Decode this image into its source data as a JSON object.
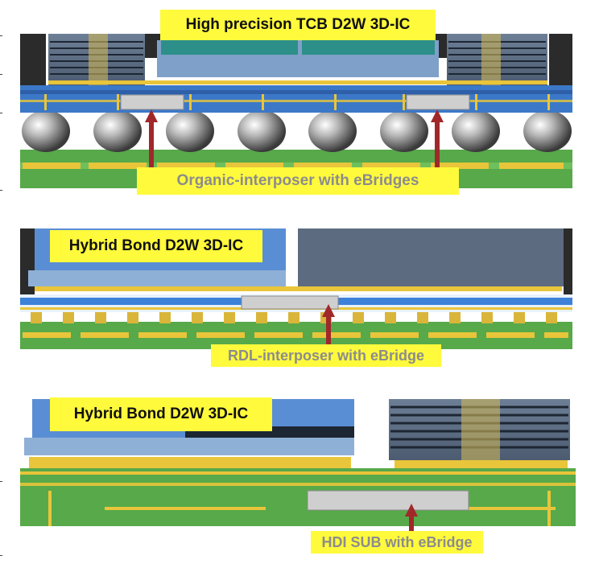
{
  "panel_top": {
    "title": "High precision TCB D2W 3D-IC",
    "caption": "Organic-interposer with eBridges"
  },
  "panel_mid": {
    "title": "Hybrid Bond D2W 3D-IC",
    "caption": "RDL-interposer with eBridge"
  },
  "panel_bottom": {
    "title": "Hybrid Bond D2W 3D-IC",
    "caption": "HDI SUB with eBridge"
  },
  "colors": {
    "label_bg": "#fffa3c",
    "caption_text": "#8c8c8c",
    "arrow": "#a0282a",
    "die_dark": "#2b2b2b",
    "die_blue": "#5a8ed4",
    "die_gray": "#5c6b80",
    "interposer": "#3c78c8",
    "substrate_green": "#57a94a",
    "pad_gold": "#e8c53a",
    "ball_silver": "#9a9a9a"
  }
}
